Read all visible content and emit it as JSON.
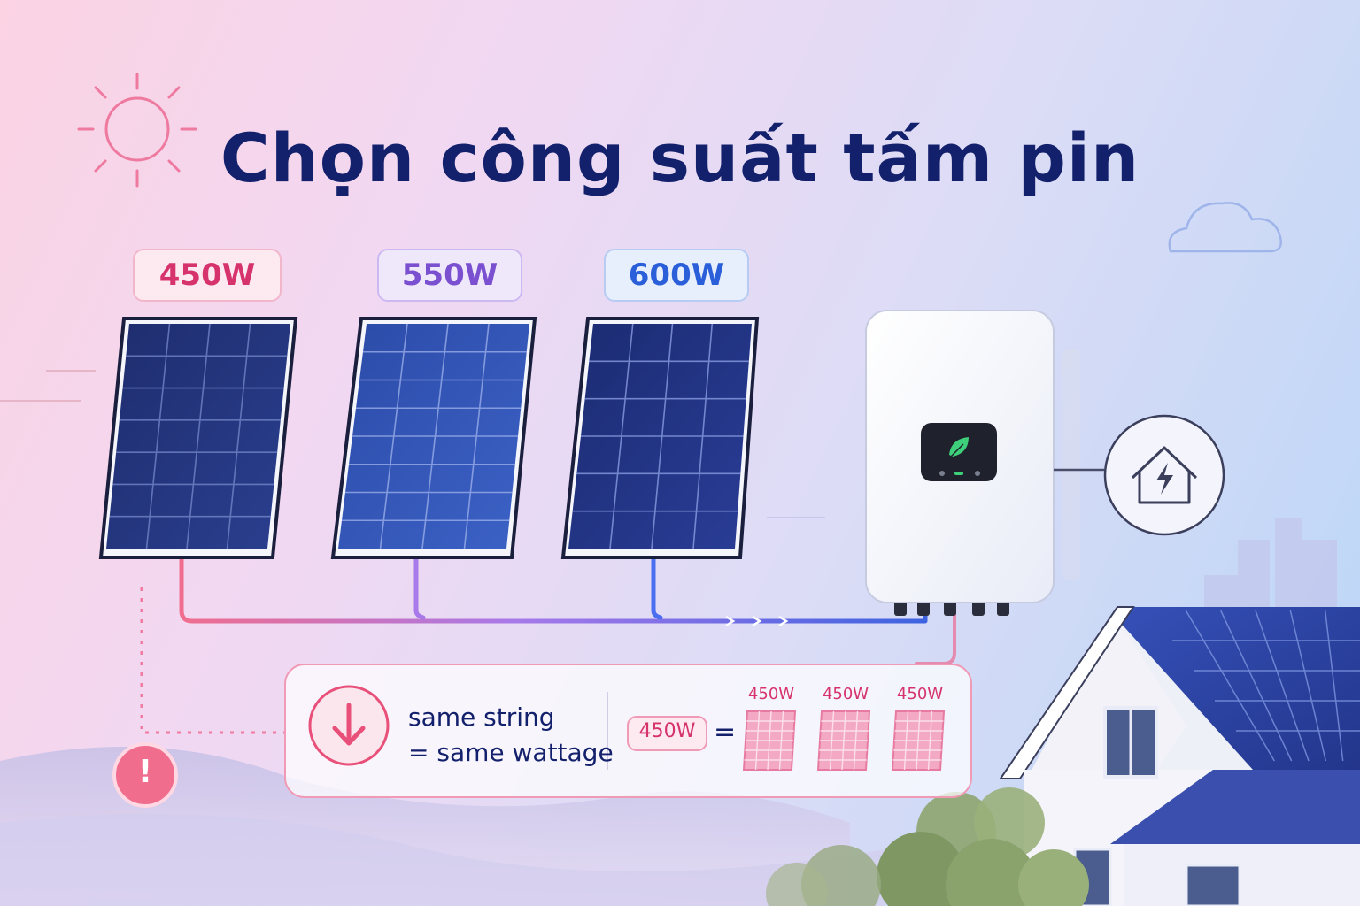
{
  "title": "Chọn công suất tấm pin",
  "panels": [
    {
      "label": "450W",
      "color": "#d6336c",
      "cable_color": "#f06d8e"
    },
    {
      "label": "550W",
      "color": "#7a4fd0",
      "cable_color": "#a779e9"
    },
    {
      "label": "600W",
      "color": "#2b5fd9",
      "cable_color": "#4a6ff0"
    }
  ],
  "inverter": {
    "screen_icon": "leaf-icon"
  },
  "house_node": {
    "icon": "house-bolt-icon"
  },
  "note": {
    "line1": "same string",
    "line2": "= same wattage",
    "example_label": "450W",
    "equals": "=",
    "example_panels": [
      "450W",
      "450W",
      "450W"
    ]
  },
  "warning": {
    "icon": "exclamation-icon",
    "symbol": "!"
  },
  "colors": {
    "title": "#13206b",
    "accent_pink": "#e8507a"
  }
}
